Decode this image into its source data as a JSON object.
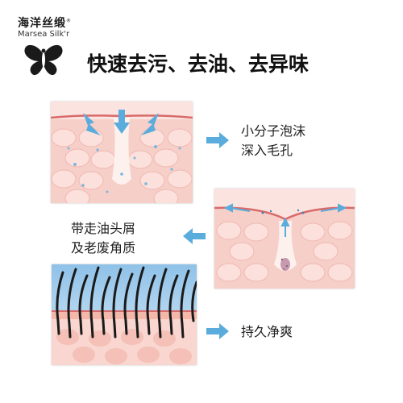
{
  "brand": {
    "name_cn": "海洋丝缎",
    "name_en": "Marsea Silk'r",
    "reg_mark": "®"
  },
  "headline": "快速去污、去油、去异味",
  "steps": [
    {
      "caption_line1": "小分子泡沫",
      "caption_line2": "深入毛孔"
    },
    {
      "caption_line1": "带走油头屑",
      "caption_line2": "及老废角质"
    },
    {
      "caption_line1": "持久净爽"
    }
  ],
  "colors": {
    "accent_arrow": "#5aacdc",
    "skin_pink": "#f7c9c3",
    "skin_line": "#d96a6a",
    "scalp_blue": "#9ec8e8"
  }
}
